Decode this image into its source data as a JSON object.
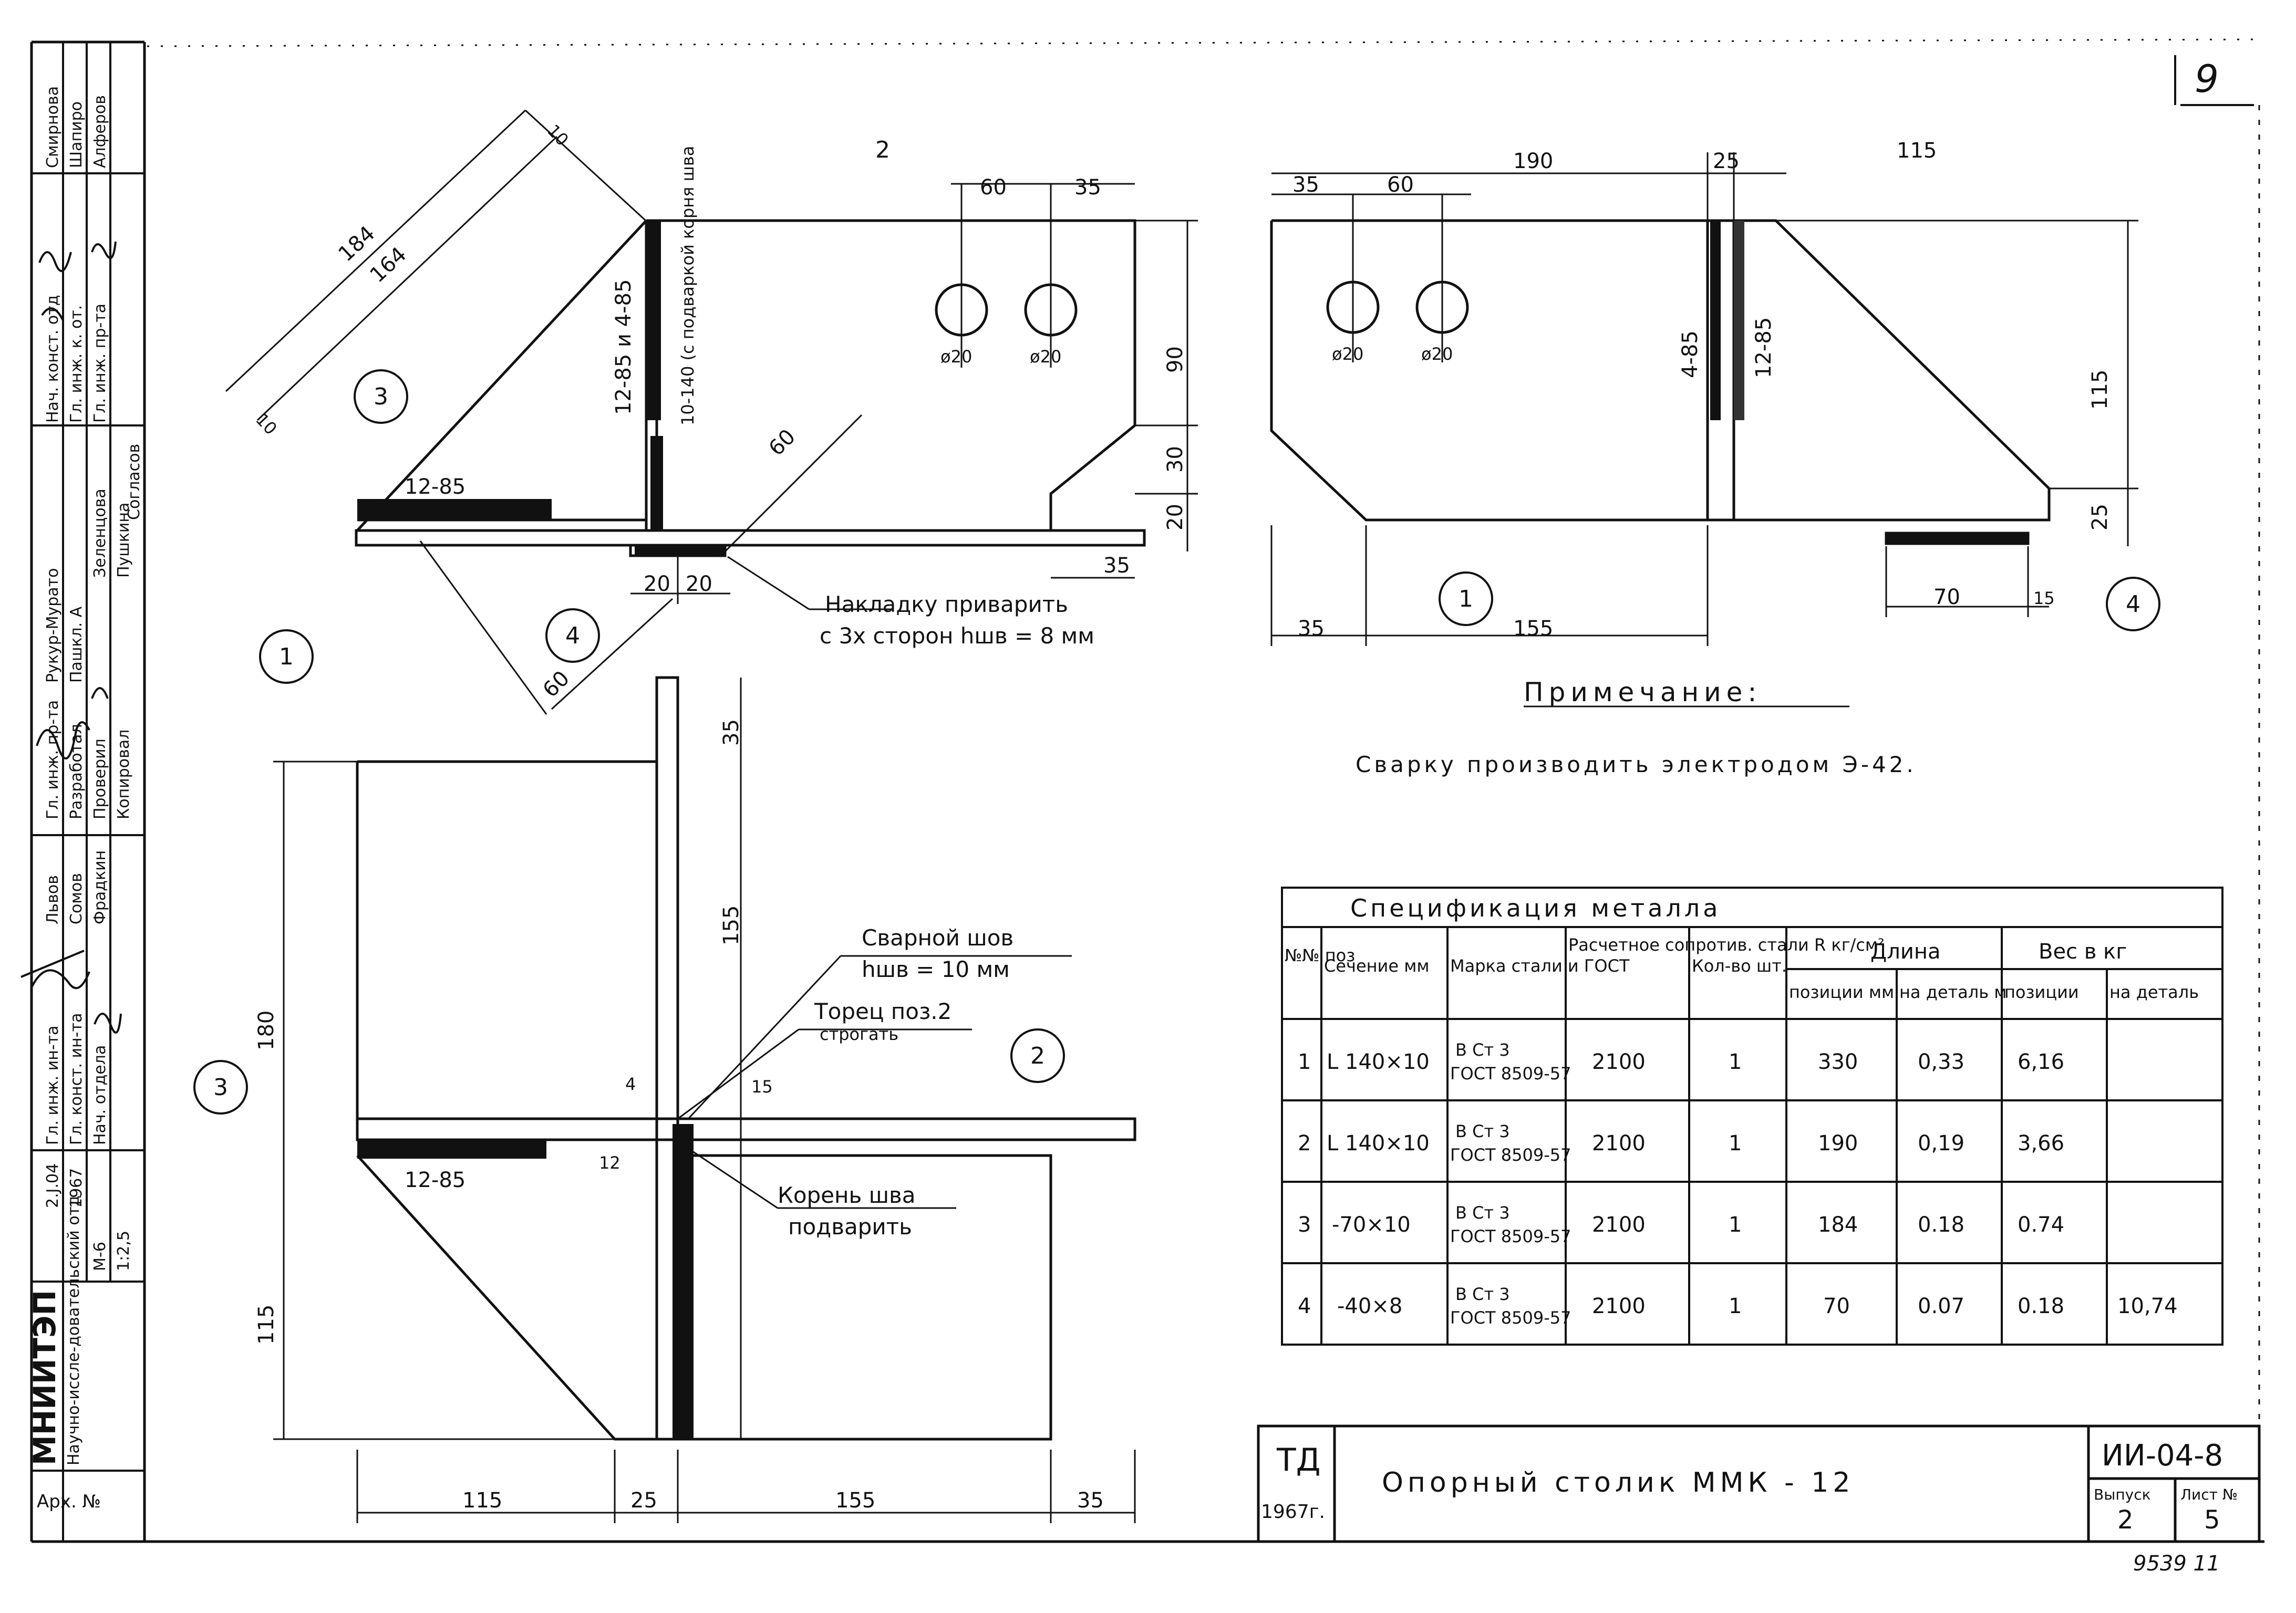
{
  "sheet": {
    "page_number": "9",
    "stamp_number": "9539 11",
    "note_title": "Примечание:",
    "note_text": "Сварку производить электродом Э-42."
  },
  "title_block": {
    "org": "ТД",
    "year": "1967г.",
    "title": "Опорный столик ММК - 12",
    "code": "ИИ-04-8",
    "issue_label": "Выпуск",
    "issue_value": "2",
    "sheet_label": "Лист №",
    "sheet_value": "5"
  },
  "side_stamp": {
    "institute": "МНИИТЭП",
    "institute_sub": "Научно-иссле-довательский отд",
    "arch_label": "Арх. №",
    "code": "2.Ј.04",
    "year": "1967",
    "model": "М-6",
    "scale": "1:2,5",
    "roles": [
      {
        "role": "Нач. конст. отд",
        "name": "Смирнова"
      },
      {
        "role": "Гл. инж. к. от.",
        "name": "Шапиро"
      },
      {
        "role": "Гл. инж. пр-та",
        "name": "Алферов"
      },
      {
        "role": "Согласов",
        "name": ""
      },
      {
        "role": "Рукур-Мурато",
        "name": "Зеленцова"
      },
      {
        "role": "Пашкл. А",
        "name": "Пушкина"
      },
      {
        "role": "Гл. инж. пр-та",
        "name": "Львов"
      },
      {
        "role": "Разработал",
        "name": "Сомов"
      },
      {
        "role": "Проверил",
        "name": "Фрадкин"
      },
      {
        "role": "Копировал",
        "name": ""
      },
      {
        "role": "Гл. инж. ин-та",
        "name": ""
      },
      {
        "role": "Гл. конст. ин-та",
        "name": ""
      },
      {
        "role": "Нач. отдела",
        "name": ""
      }
    ]
  },
  "view_top_left": {
    "dims": [
      "184",
      "164",
      "10",
      "10",
      "60",
      "35",
      "90",
      "30",
      "20",
      "35",
      "60",
      "60",
      "20",
      "20"
    ],
    "weld_12_85_4_85": "12-85 и 4-85",
    "weld_side": "10-140 (с подваркой корня шва",
    "weld_bottom": "12-85",
    "callouts": [
      "1",
      "2",
      "3",
      "4"
    ],
    "holes": [
      "ø20",
      "ø20"
    ],
    "plate_note_1": "Накладку приварить",
    "plate_note_2": "с 3х сторон hшв = 8 мм"
  },
  "view_top_right": {
    "dims": [
      "190",
      "25",
      "115",
      "35",
      "60",
      "35",
      "155",
      "115",
      "25",
      "70",
      "15"
    ],
    "weld_a": "4-85",
    "weld_b": "12-85",
    "holes": [
      "ø20",
      "ø20"
    ],
    "callouts": [
      "1",
      "4"
    ]
  },
  "view_bottom_left": {
    "dims": [
      "35",
      "155",
      "180",
      "115",
      "115",
      "25",
      "155",
      "35",
      "4",
      "12",
      "15"
    ],
    "weld_label_1": "Сварной шов",
    "weld_label_2": "hшв = 10 мм",
    "end_label_1": "Торец поз.2",
    "end_label_2": "строгать",
    "root_label_1": "Корень шва",
    "root_label_2": "подварить",
    "weld_bottom": "12-85",
    "callouts": [
      "1",
      "2",
      "3"
    ]
  },
  "spec_table": {
    "title": "Спецификация металла",
    "headers": {
      "pos": "№№ поз",
      "section": "Сечение мм",
      "grade": "Марка стали и ГОСТ",
      "resist": "Расчетное сопротив. стали R кг/см²",
      "qty": "Кол-во шт.",
      "length": "Длина",
      "len_pos": "позиции мм",
      "len_part": "на деталь м",
      "weight": "Вес в кг",
      "w_pos": "позиции",
      "w_part": "на деталь"
    },
    "rows": [
      {
        "pos": "1",
        "section": "L 140×10",
        "grade1": "В Ст 3",
        "grade2": "ГОСТ 8509-57",
        "resist": "2100",
        "qty": "1",
        "len_pos": "330",
        "len_part": "0,33",
        "w_pos": "6,16",
        "w_part": ""
      },
      {
        "pos": "2",
        "section": "L 140×10",
        "grade1": "В Ст 3",
        "grade2": "ГОСТ 8509-57",
        "resist": "2100",
        "qty": "1",
        "len_pos": "190",
        "len_part": "0,19",
        "w_pos": "3,66",
        "w_part": ""
      },
      {
        "pos": "3",
        "section": "-70×10",
        "grade1": "В Ст 3",
        "grade2": "ГОСТ 8509-57",
        "resist": "2100",
        "qty": "1",
        "len_pos": "184",
        "len_part": "0.18",
        "w_pos": "0.74",
        "w_part": ""
      },
      {
        "pos": "4",
        "section": "-40×8",
        "grade1": "В Ст 3",
        "grade2": "ГОСТ 8509-57",
        "resist": "2100",
        "qty": "1",
        "len_pos": "70",
        "len_part": "0.07",
        "w_pos": "0.18",
        "w_part": "10,74"
      }
    ]
  }
}
